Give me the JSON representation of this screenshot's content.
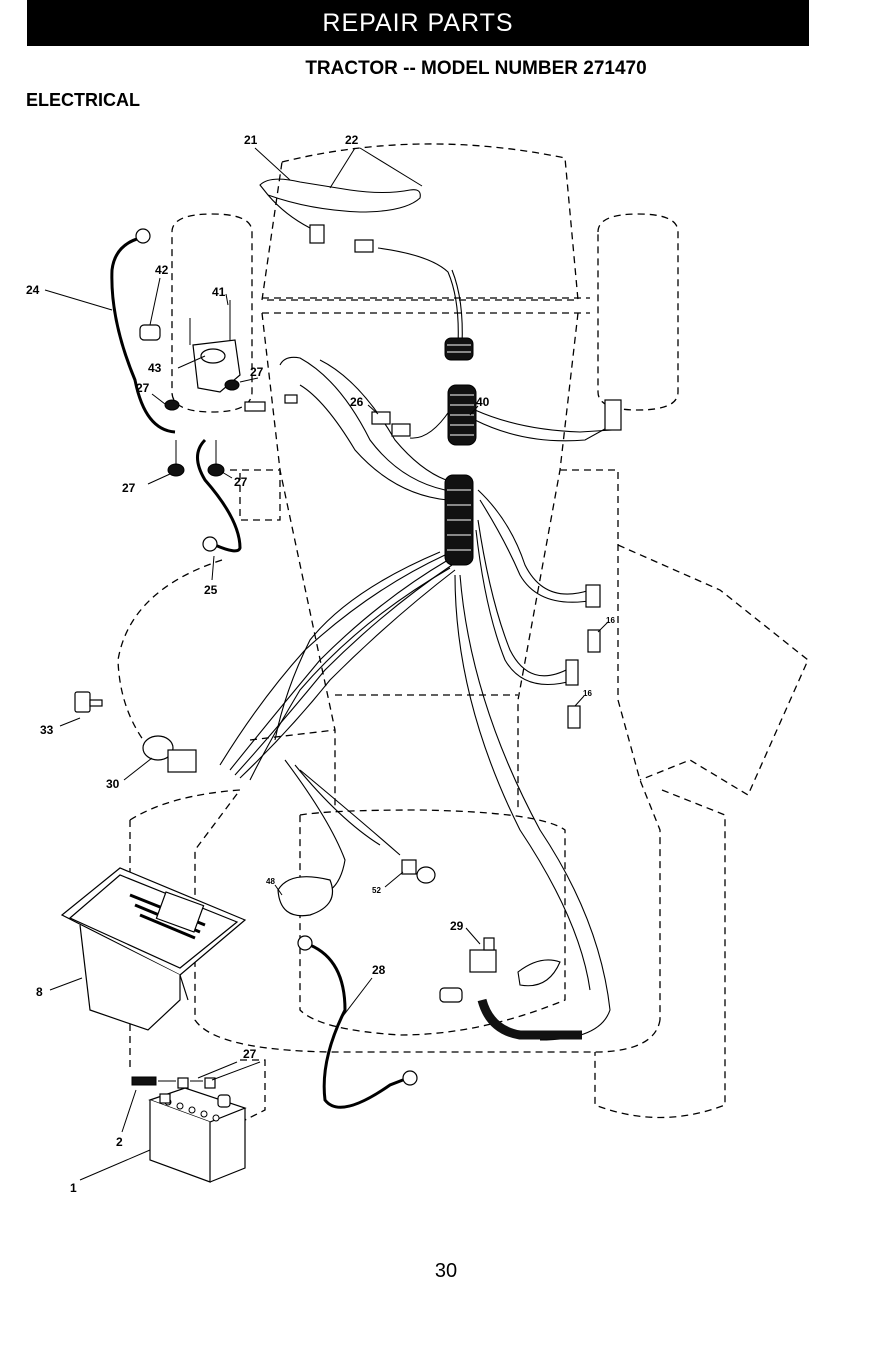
{
  "header": {
    "banner": "REPAIR PARTS",
    "model_title": "TRACTOR -- MODEL NUMBER 271470",
    "section": "ELECTRICAL"
  },
  "callouts": {
    "c1": "1",
    "c2": "2",
    "c8": "8",
    "c16a": "16",
    "c16b": "16",
    "c21": "21",
    "c22": "22",
    "c24": "24",
    "c25": "25",
    "c26": "26",
    "c27a": "27",
    "c27b": "27",
    "c27c": "27",
    "c27d": "27",
    "c27e": "27",
    "c28": "28",
    "c29": "29",
    "c30": "30",
    "c33": "33",
    "c40": "40",
    "c41": "41",
    "c42": "42",
    "c43": "43",
    "c48": "48",
    "c52": "52"
  },
  "footer": {
    "page_number": "30"
  }
}
